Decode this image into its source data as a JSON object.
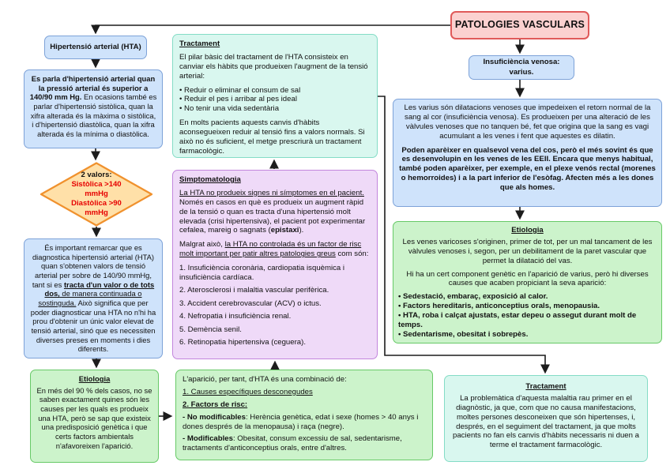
{
  "title": {
    "label": "PATOLOGIES VASCULARS"
  },
  "palette": {
    "blue_fill": "#cfe3fb",
    "blue_stroke": "#7da2d8",
    "teal_fill": "#d9f7ef",
    "teal_stroke": "#84dcc6",
    "purple_fill": "#efdaf8",
    "purple_stroke": "#c285dd",
    "green_fill": "#ccf3cb",
    "green_stroke": "#67c967",
    "pink_fill": "#fbd1d0",
    "pink_stroke": "#e05a5a",
    "diamond_fill": "#ffe0a8",
    "diamond_stroke": "#f0912d",
    "diamond_red_text": "#e60000",
    "connector": "#1c1c1c"
  },
  "hta": {
    "header": "Hipertensió arterial (HTA)",
    "definition": {
      "bold": "Es parla d'hipertensió arterial quan la pressió arterial és superior a 140/90 mm Hg.",
      "rest": " En ocasions també es parlar d'hipertensió sistòlica, quan la xifra alterada és la màxima o sistòlica, i d'hipertensió diastòlica, quan la xifra alterada és la mínima o diastòlica."
    },
    "diamond": {
      "line1": "2 valors:",
      "line2": "Sistòlica >140 mmHg",
      "line3": "Diastòlica >90 mmHg"
    },
    "diagnosis": {
      "part1": "És important remarcar que es diagnostica hipertensió arterial (HTA) quan s'obtenen valors de tensió arterial per sobre de 140/90 mmHg, tant si es ",
      "bold_underline": "tracta d'un valor o de tots dos,",
      "underline": " de manera continuada o sostinguda.",
      "part2": " Això significa que per poder diagnosticar una HTA no n'hi ha prou d'obtenir un únic valor elevat de tensió arterial, sinó que es necessiten diverses preses en moments i dies diferents."
    },
    "etiologia": {
      "title": "Etiologia",
      "body": "En més del 90 % dels casos, no se saben exactament quines són les causes per les quals es produeix una HTA, però se sap que existeix una predisposició genètica i que certs factors ambientals n'afavoreixen l'aparició."
    },
    "tractament": {
      "title": "Tractament",
      "intro": "El pilar bàsic del tractament de l'HTA consisteix en canviar els hàbits que produeixen l'augment de la tensió arterial:",
      "bullets": [
        "Reduir o eliminar el consum de sal",
        "Reduir el pes i arribar al pes ideal",
        "No tenir una vida sedentària"
      ],
      "outro": "En molts pacients aquests canvis d'hàbits aconsegueixen reduir al tensió fins a valors normals. Si això no és suficient, el metge prescriurà un tractament farmacològic."
    },
    "simptomatologia": {
      "title": "Simptomatologia",
      "p1_underline": "La HTA no produeix signes ni símptomes en el pacient.",
      "p1_rest_a": " Només en casos en què es produeix un augment ràpid de la tensió o quan es tracta d'una hipertensió molt elevada (crisi hipertensiva), el pacient pot experimentar cefalea, mareig o sagnats (",
      "p1_bold": "epistaxi",
      "p1_rest_b": ").",
      "p2_a": "Malgrat això, ",
      "p2_underline": "la HTA no controlada és un factor de risc molt important per patir altres patologies greus",
      "p2_b": " com són:",
      "list": [
        "1. Insuficiència coronària, cardiopatia isquèmica i insuficiència cardíaca.",
        "2. Aterosclerosi i malaltia vascular perifèrica.",
        "3. Accident cerebrovascular (ACV) o ictus.",
        "4. Nefropatia i insuficiència renal.",
        "5. Demència senil.",
        "6. Retinopatia hipertensiva (ceguera)."
      ]
    },
    "aparicio": {
      "intro": "L'aparició, per tant, d'HTA és una combinació de:",
      "item1": "1. Causes específiques desconegudes",
      "item2": "2. Factors de risc:",
      "no_mod_label": "- No modificables",
      "no_mod_text": ": Herència genètica, edat i sexe (homes > 40 anys i dones després de la menopausa) i raça (negre).",
      "mod_label": "- Modificables",
      "mod_text": ": Obesitat, consum excessiu de sal, sedentarisme, tractaments d'anticonceptius orals, entre d'altres."
    }
  },
  "venosa": {
    "header_line1": "Insuficiència venosa:",
    "header_line2": "varius.",
    "descripcio": {
      "p1": "Les varius són dilatacions venoses que impedeixen el retorn normal de la sang al cor (insuficiència venosa). Es produeixen per una alteració de les vàlvules venoses que no tanquen bé, fet que origina que la sang es vagi acumulant a les venes i fent que aquestes es dilatin.",
      "p2_bold": "Poden aparèixer en qualsevol vena del cos, però el més sovint és que es desenvolupin en les venes de les EEII. Encara que menys habitual, també poden aparèixer, per exemple, en el plexe venós rectal (morenes o hemorroides) i a la part inferior de l'esòfag. Afecten més a les dones que als homes."
    },
    "etiologia": {
      "title": "Etiologia",
      "p1": "Les venes varicoses s'originen, primer de tot, per un mal tancament de les vàlvules venoses i, segon, per un debilitament de la paret vascular que permet la dilatació del vas.",
      "p2": "Hi ha un cert component genètic en l'aparició de varius, però hi diverses causes que acaben propiciant la seva aparició:",
      "bullets": [
        "Sedestació, embaraç, exposició al calor.",
        "Factors hereditaris, anticonceptius orals, menopausia.",
        "HTA, roba i calçat ajustats, estar depeu o assegut durant molt de temps.",
        "Sedentarisme, obesitat i sobrepès."
      ]
    },
    "tractament": {
      "title": "Tractament",
      "body": "La problemàtica d'aquesta malaltia rau primer en el diagnòstic, ja que, com que no causa manifestacions, moltes persones desconeixen que són hipertenses, i, després, en el seguiment del tractament, ja que molts pacients no fan els canvis d'hàbits necessaris ni duen a terme el tractament farmacològic."
    }
  }
}
